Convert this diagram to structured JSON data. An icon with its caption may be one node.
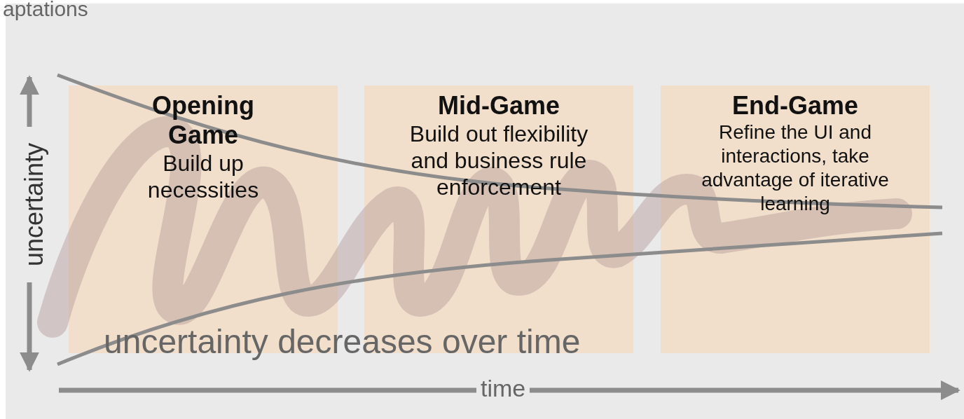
{
  "diagram": {
    "nodes": [
      {
        "text": [
          "Opening Game",
          "Build up necessities"
        ]
      },
      {
        "text": [
          "Mid-Game",
          "Build out flexibility and business rule enforcement"
        ]
      },
      {
        "text": [
          "End-Game",
          "Refine the UI and interactions, take advantage of iterative learning"
        ]
      }
    ],
    "labels": [
      "aptations",
      "uncertainty",
      "uncertainty decreases over time",
      "time"
    ]
  }
}
